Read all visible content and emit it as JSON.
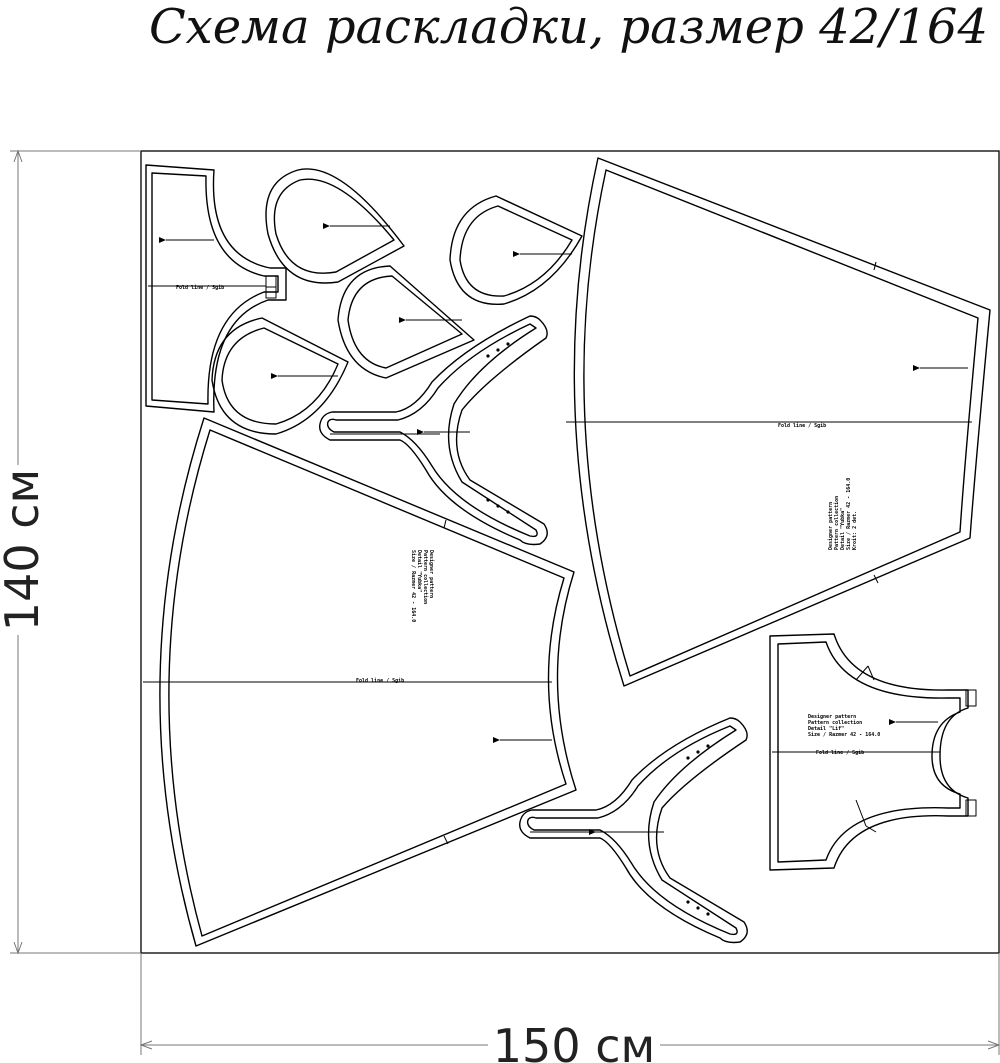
{
  "title": "Схема раскладки, размер 42/164",
  "dimensions": {
    "height_label": "140 см",
    "width_label": "150 см"
  },
  "pieces": {
    "fold_label": "Fold line / Sgib",
    "size_line": "Size / Razmer 42 - 164.0"
  }
}
